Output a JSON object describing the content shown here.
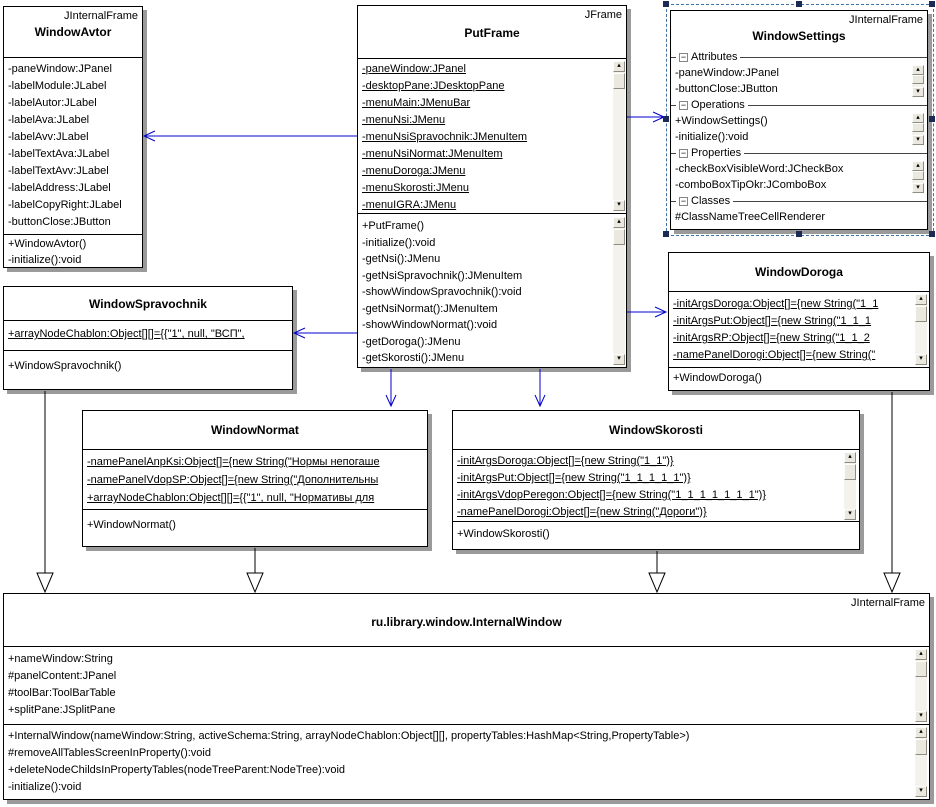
{
  "icons": {
    "scroll_up": "▴",
    "scroll_down": "▾",
    "collapse_minus": "−"
  },
  "colors": {
    "association": "#0202cc",
    "generalization": "#000000",
    "selection_dash": "#4272a4",
    "selection_handle": "#1b2a55",
    "box_shadow": "#9a9a9a"
  },
  "classes": {
    "window_avtor": {
      "stereotype": "JInternalFrame",
      "name": "WindowAvtor",
      "attributes": [
        "-paneWindow:JPanel",
        "-labelModule:JLabel",
        "-labelAutor:JLabel",
        "-labelAva:JLabel",
        "-labelAvv:JLabel",
        "-labelTextAva:JLabel",
        "-labelTextAvv:JLabel",
        "-labelAddress:JLabel",
        "-labelCopyRight:JLabel",
        "-buttonClose:JButton"
      ],
      "operations": [
        "+WindowAvtor()",
        "-initialize():void"
      ]
    },
    "put_frame": {
      "stereotype": "JFrame",
      "name": "PutFrame",
      "attributes": [
        "-paneWindow:JPanel",
        "-desktopPane:JDesktopPane",
        "-menuMain:JMenuBar",
        "-menuNsi:JMenu",
        "-menuNsiSpravochnik:JMenuItem",
        "-menuNsiNormat:JMenuItem",
        "-menuDoroga:JMenu",
        "-menuSkorosti:JMenu",
        "-menuIGRA:JMenu"
      ],
      "operations": [
        "+PutFrame()",
        "-initialize():void",
        "-getNsi():JMenu",
        "-getNsiSpravochnik():JMenuItem",
        "-showWindowSpravochnik():void",
        "-getNsiNormat():JMenuItem",
        "-showWindowNormat():void",
        "-getDoroga():JMenu",
        "-getSkorosti():JMenu"
      ]
    },
    "window_settings": {
      "stereotype": "JInternalFrame",
      "name": "WindowSettings",
      "sections": [
        {
          "label": "Attributes",
          "items": [
            "-paneWindow:JPanel",
            "-buttonClose:JButton"
          ]
        },
        {
          "label": "Operations",
          "items": [
            "+WindowSettings()",
            "-initialize():void"
          ]
        },
        {
          "label": "Properties",
          "items": [
            "-checkBoxVisibleWord:JCheckBox",
            "-comboBoxTipOkr:JComboBox"
          ]
        },
        {
          "label": "Classes",
          "items": [
            "#ClassNameTreeCellRenderer"
          ]
        }
      ]
    },
    "window_spravochnik": {
      "name": "WindowSpravochnik",
      "attributes": [
        "+arrayNodeChablon:Object[][]={{\"1\", null, \"ВСП\","
      ],
      "operations": [
        "+WindowSpravochnik()"
      ]
    },
    "window_doroga": {
      "name": "WindowDoroga",
      "attributes": [
        "-initArgsDoroga:Object[]={new String(\"1_1",
        "-initArgsPut:Object[]={new String(\"1_1_1",
        "-initArgsRP:Object[]={new String(\"1_1_2",
        "-namePanelDorogi:Object[]={new String(\""
      ],
      "operations": [
        "+WindowDoroga()"
      ]
    },
    "window_normat": {
      "name": "WindowNormat",
      "attributes": [
        "-namePanelAnpKsi:Object[]={new String(\"Нормы непогаше",
        "-namePanelVdopSP:Object[]={new String(\"Дополнительны",
        "+arrayNodeChablon:Object[][]={{\"1\", null, \"Нормативы для"
      ],
      "operations": [
        "+WindowNormat()"
      ]
    },
    "window_skorosti": {
      "name": "WindowSkorosti",
      "attributes": [
        "-initArgsDoroga:Object[]={new String(\"1_1\")}",
        "-initArgsPut:Object[]={new String(\"1_1_1_1_1\")}",
        "-initArgsVdopPeregon:Object[]={new String(\"1_1_1_1_1_1_1\")}",
        "-namePanelDorogi:Object[]={new String(\"Дороги\")}"
      ],
      "operations": [
        "+WindowSkorosti()"
      ]
    },
    "internal_window": {
      "stereotype": "JInternalFrame",
      "name": "ru.library.window.InternalWindow",
      "attributes": [
        "+nameWindow:String",
        "#panelContent:JPanel",
        "#toolBar:ToolBarTable",
        "+splitPane:JSplitPane"
      ],
      "operations": [
        "+InternalWindow(nameWindow:String, activeSchema:String, arrayNodeChablon:Object[][], propertyTables:HashMap<String,PropertyTable>)",
        "#removeAllTablesScreenInProperty():void",
        "+deleteNodeChildsInPropertyTables(nodeTreeParent:NodeTree):void",
        "-initialize():void"
      ]
    }
  }
}
